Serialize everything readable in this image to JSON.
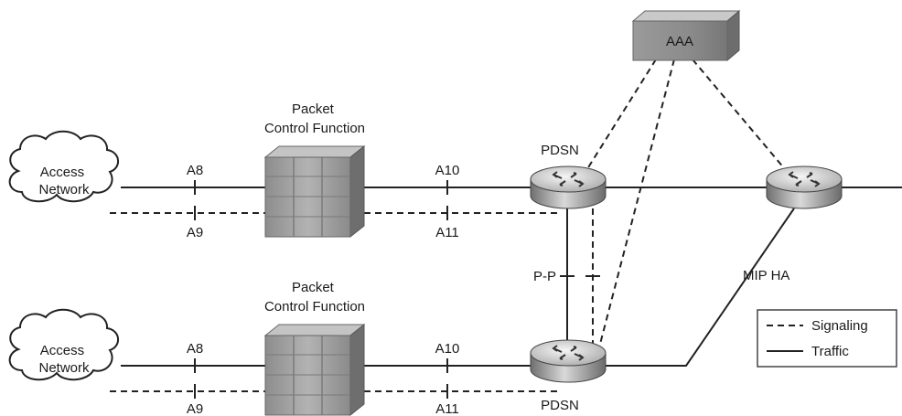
{
  "access_network_top": "Access\nNetwork",
  "access_network_bottom": "Access\nNetwork",
  "pcf_top": "Packet\nControl Function",
  "pcf_bottom": "Packet\nControl Function",
  "pdsn_top": "PDSN",
  "pdsn_bottom": "PDSN",
  "aaa": "AAA",
  "mip_ha": "MIP HA",
  "pp": "P-P",
  "interfaces": {
    "a8_top": "A8",
    "a9_top": "A9",
    "a10_top": "A10",
    "a11_top": "A11",
    "a8_bottom": "A8",
    "a9_bottom": "A9",
    "a10_bottom": "A10",
    "a11_bottom": "A11"
  },
  "legend": {
    "signaling": "Signaling",
    "traffic": "Traffic"
  },
  "colors": {
    "device_gray": "#9c9c9c",
    "router_light": "#e6e6e6",
    "router_dark": "#7a7a7a",
    "line": "#222222"
  }
}
